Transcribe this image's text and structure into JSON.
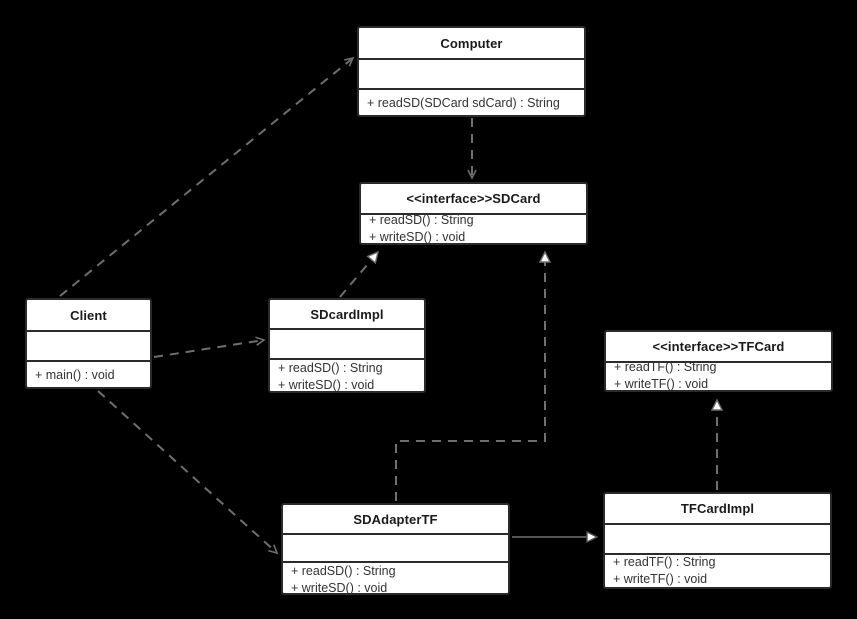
{
  "diagram": {
    "title": "Adapter Pattern UML Class Diagram",
    "background_color": "#000000",
    "box_fill_color": "#ffffff",
    "box_border_color": "#2b2b2b",
    "edge_color": "#6f6f6f",
    "solid_edge_color": "#555555"
  },
  "classes": [
    {
      "id": "computer",
      "name": "Computer",
      "stereotype": "",
      "attributes": [],
      "methods": [
        "+ readSD(SDCard sdCard) : String"
      ]
    },
    {
      "id": "sdcard",
      "name": "<<interface>>SDCard",
      "stereotype": "<<interface>>",
      "attributes": [],
      "methods": [
        "+ readSD() : String",
        "+ writeSD() : void"
      ]
    },
    {
      "id": "client",
      "name": "Client",
      "stereotype": "",
      "attributes": [],
      "methods": [
        "+ main() : void"
      ]
    },
    {
      "id": "sdcardimpl",
      "name": "SDcardImpl",
      "stereotype": "",
      "attributes": [],
      "methods": [
        "+ readSD() : String",
        "+ writeSD() : void"
      ]
    },
    {
      "id": "tfcard",
      "name": "<<interface>>TFCard",
      "stereotype": "<<interface>>",
      "attributes": [],
      "methods": [
        "+ readTF() : String",
        "+ writeTF() : void"
      ]
    },
    {
      "id": "sdadaptertf",
      "name": "SDAdapterTF",
      "stereotype": "",
      "attributes": [],
      "methods": [
        "+ readSD() : String",
        "+ writeSD() : void"
      ]
    },
    {
      "id": "tfcardimpl",
      "name": "TFCardImpl",
      "stereotype": "",
      "attributes": [],
      "methods": [
        "+ readTF() : String",
        "+ writeTF() : void"
      ]
    }
  ],
  "relationships": [
    {
      "id": "client-computer",
      "from": "client",
      "to": "computer",
      "type": "dependency",
      "style": "dashed",
      "arrow": "open"
    },
    {
      "id": "client-sdcardimpl",
      "from": "client",
      "to": "sdcardimpl",
      "type": "dependency",
      "style": "dashed",
      "arrow": "open"
    },
    {
      "id": "client-sdadaptertf",
      "from": "client",
      "to": "sdadaptertf",
      "type": "dependency",
      "style": "dashed",
      "arrow": "open"
    },
    {
      "id": "computer-sdcard",
      "from": "computer",
      "to": "sdcard",
      "type": "dependency",
      "style": "dashed",
      "arrow": "open"
    },
    {
      "id": "sdcardimpl-sdcard",
      "from": "sdcardimpl",
      "to": "sdcard",
      "type": "realization",
      "style": "dashed",
      "arrow": "hollow-triangle"
    },
    {
      "id": "sdadaptertf-sdcard",
      "from": "sdadaptertf",
      "to": "sdcard",
      "type": "realization",
      "style": "dashed",
      "arrow": "hollow-triangle"
    },
    {
      "id": "tfcardimpl-tfcard",
      "from": "tfcardimpl",
      "to": "tfcard",
      "type": "realization",
      "style": "dashed",
      "arrow": "hollow-triangle"
    },
    {
      "id": "sdadaptertf-tfcardimpl",
      "from": "sdadaptertf",
      "to": "tfcardimpl",
      "type": "association",
      "style": "solid",
      "arrow": "hollow-triangle"
    }
  ]
}
